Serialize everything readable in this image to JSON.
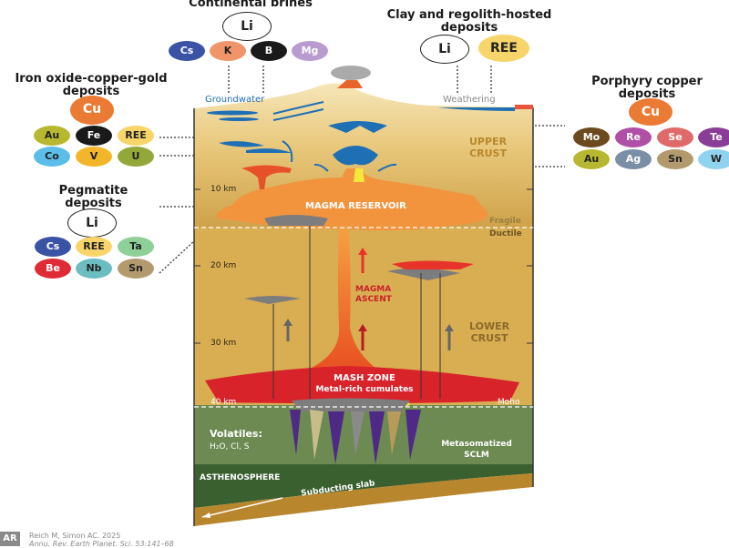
{
  "deposits": {
    "continental_brines": {
      "title": "Continental brines",
      "main": "Li",
      "elements": [
        "Cs",
        "K",
        "B",
        "Mg"
      ]
    },
    "clay_regolith": {
      "title_line1": "Clay and regolith-hosted",
      "title_line2": "deposits",
      "main": [
        "Li",
        "REE"
      ]
    },
    "iocg": {
      "title_line1": "Iron oxide-copper-gold",
      "title_line2": "deposits",
      "main": "Cu",
      "row1": [
        "Au",
        "Fe",
        "REE"
      ],
      "row2": [
        "Co",
        "V",
        "U"
      ]
    },
    "porphyry": {
      "title_line1": "Porphyry copper",
      "title_line2": "deposits",
      "main": "Cu",
      "row1": [
        "Mo",
        "Re",
        "Se",
        "Te"
      ],
      "row2": [
        "Au",
        "Ag",
        "Sn",
        "W"
      ]
    },
    "pegmatite": {
      "title_line1": "Pegmatite",
      "title_line2": "deposits",
      "main": "Li",
      "row1": [
        "Cs",
        "REE",
        "Ta"
      ],
      "row2": [
        "Be",
        "Nb",
        "Sn"
      ]
    }
  },
  "labels": {
    "groundwater": "Groundwater",
    "weathering": "Weathering",
    "upper_crust_1": "UPPER",
    "upper_crust_2": "CRUST",
    "magma_reservoir": "MAGMA RESERVOIR",
    "fragile": "Fragile",
    "ductile": "Ductile",
    "magma_ascent_1": "MAGMA",
    "magma_ascent_2": "ASCENT",
    "lower_crust_1": "LOWER",
    "lower_crust_2": "CRUST",
    "mash_zone": "MASH ZONE",
    "mash_sub": "Metal-rich cumulates",
    "moho": "Moho",
    "volatiles": "Volatiles:",
    "volatiles_list": "H₂O, Cl, S",
    "sclm_1": "Metasomatized",
    "sclm_2": "SCLM",
    "asthenosphere": "ASTHENOSPHERE",
    "slab": "Subducting slab"
  },
  "depths": [
    "10 km",
    "20 km",
    "30 km",
    "40 km"
  ],
  "colors": {
    "Cs": "#3a53a4",
    "K": "#f0956a",
    "B": "#1a1a1a",
    "Mg": "#b89ccf",
    "Cu": "#ea7a34",
    "Au": "#b8b830",
    "Fe": "#1a1a1a",
    "REE": "#f7d56a",
    "Co": "#5bbde8",
    "V": "#f3b62a",
    "U": "#93a83a",
    "Mo": "#6b4a1e",
    "Re": "#b04fa6",
    "Se": "#e06a6a",
    "Te": "#8a3d97",
    "Ag": "#7a8fa6",
    "Sn": "#b39a6e",
    "W": "#8fd3ef",
    "Ta": "#8fcf98",
    "Be": "#e02a36",
    "Nb": "#6bbdc2"
  },
  "citation": {
    "line1": "Reich M, Simon AC. 2025",
    "line2": "Annu. Rev. Earth Planet. Sci. 53:141–68",
    "logo": "AR"
  }
}
